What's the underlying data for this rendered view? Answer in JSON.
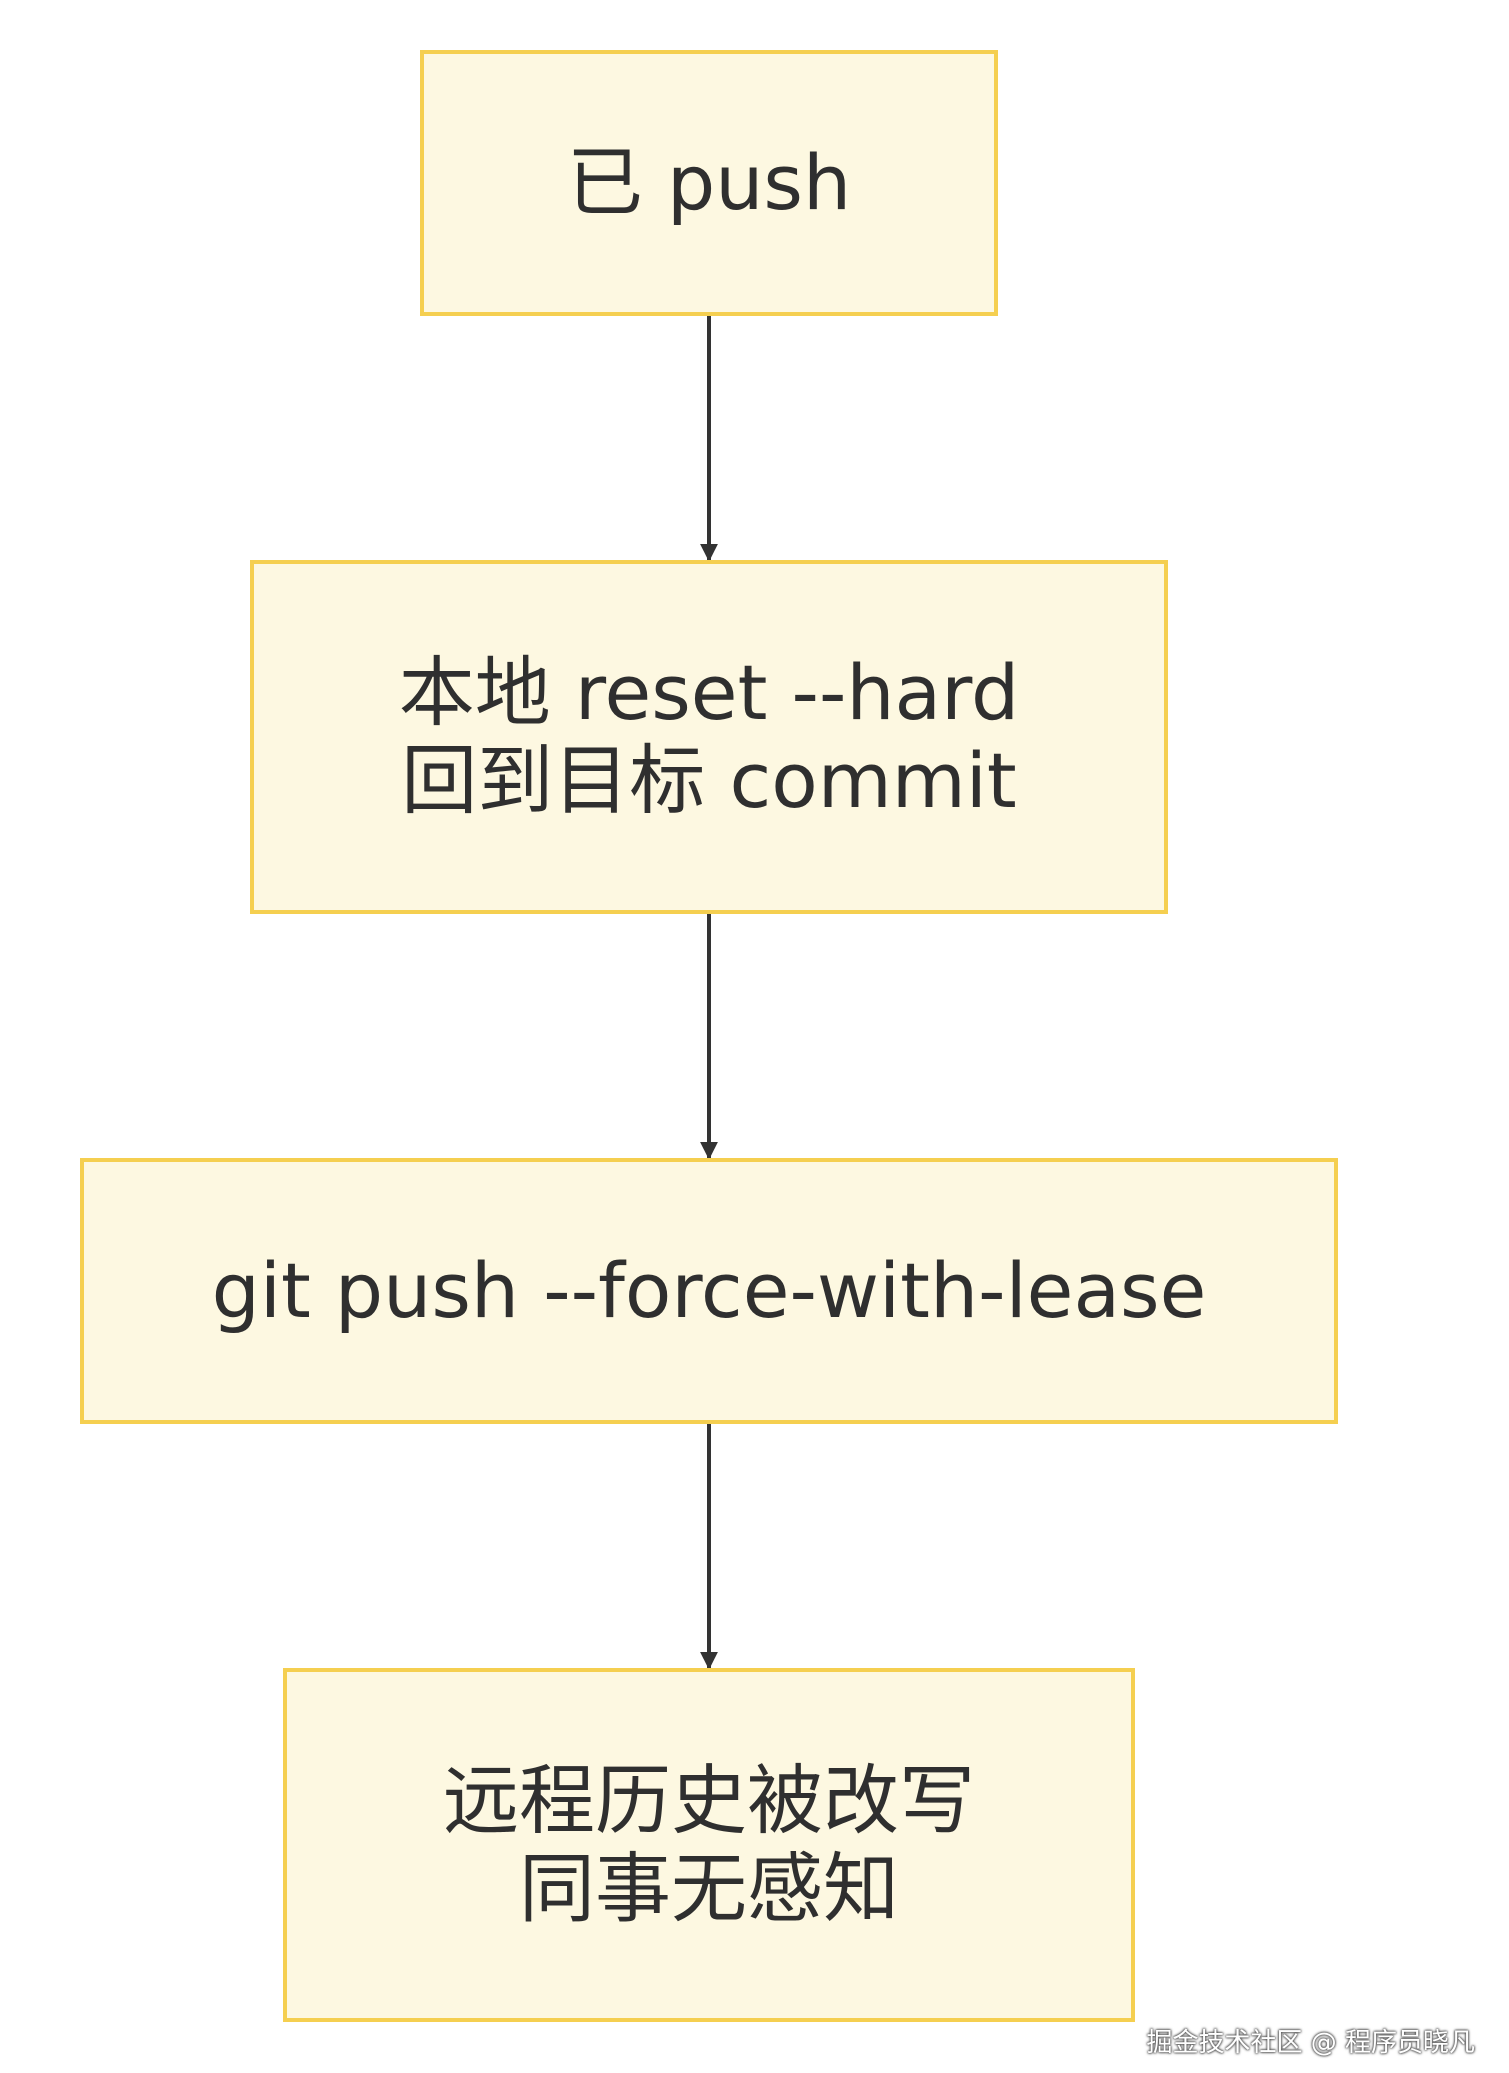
{
  "diagram": {
    "nodes": [
      {
        "id": "n1",
        "lines": [
          "已 push"
        ]
      },
      {
        "id": "n2",
        "lines": [
          "本地 reset --hard",
          "回到目标 commit"
        ]
      },
      {
        "id": "n3",
        "lines": [
          "git push --force-with-lease"
        ]
      },
      {
        "id": "n4",
        "lines": [
          "远程历史被改写",
          "同事无感知"
        ]
      }
    ],
    "edges": [
      {
        "from": "n1",
        "to": "n2"
      },
      {
        "from": "n2",
        "to": "n3"
      },
      {
        "from": "n3",
        "to": "n4"
      }
    ],
    "colors": {
      "node_fill": "#fdf8e1",
      "node_border": "#f5cf50",
      "text": "#2f2f2f",
      "edge": "#333333"
    }
  },
  "watermark": "掘金技术社区 @ 程序员晓凡"
}
